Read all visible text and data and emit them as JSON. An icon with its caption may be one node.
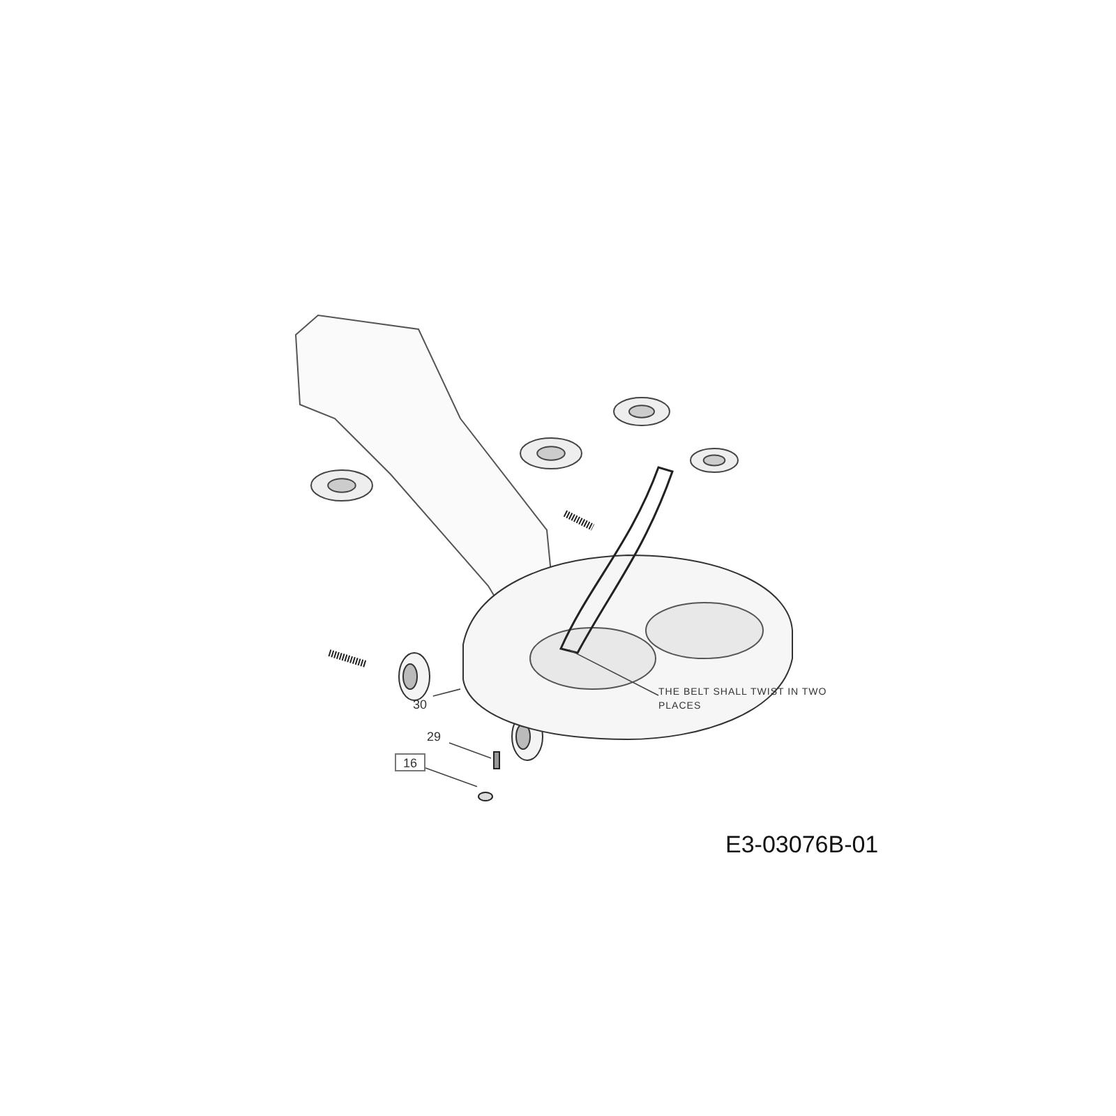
{
  "diagram": {
    "nodes": [
      {
        "text": [
          "30"
        ]
      },
      {
        "text": [],
        "shape": "picture"
      },
      {
        "text": [
          "29"
        ]
      },
      {
        "text": [],
        "shape": "bar"
      },
      {
        "text": [
          "16"
        ]
      },
      {
        "text": [],
        "shape": "circle"
      },
      {
        "text": [
          "THE BELT SHALL TWIST IN TWO PLACES"
        ]
      },
      {
        "text": [],
        "shape": "picture"
      }
    ],
    "edges": [
      {
        "from": 0,
        "to": 1,
        "arrow": "none"
      },
      {
        "from": 2,
        "to": 3,
        "arrow": "none"
      },
      {
        "from": 4,
        "to": 5,
        "arrow": "none"
      },
      {
        "from": 6,
        "to": 7,
        "arrow": "none"
      }
    ],
    "labels": [
      "E3-03076B-01"
    ]
  }
}
